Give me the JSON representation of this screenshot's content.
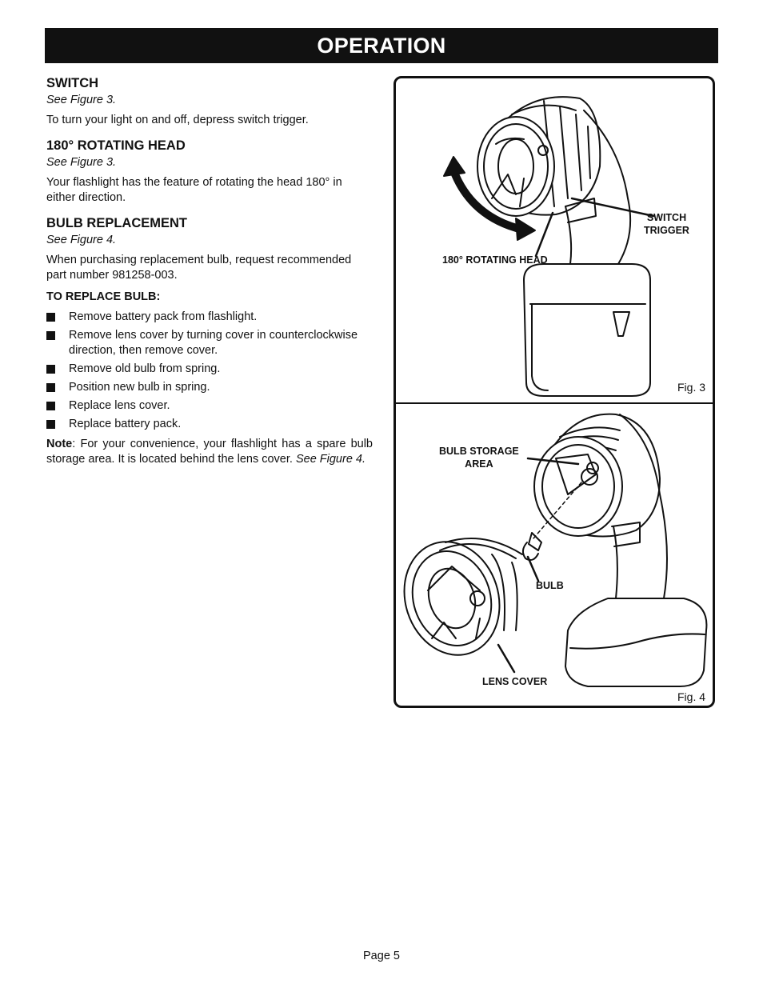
{
  "header": {
    "title": "OPERATION"
  },
  "switch": {
    "heading": "SWITCH",
    "ref": "See Figure 3.",
    "body": "To turn your light on and off, depress switch trigger."
  },
  "rotating": {
    "heading": "180° ROTATING HEAD",
    "ref": "See Figure 3.",
    "body": "Your flashlight has the feature of rotating the head 180° in either direction."
  },
  "bulb": {
    "heading": "BULB REPLACEMENT",
    "ref": "See Figure 4.",
    "body": "When purchasing replacement bulb, request recommended part number 981258-003.",
    "subheading": "TO REPLACE BULB:",
    "steps": [
      "Remove battery pack from flashlight.",
      "Remove lens cover by turning cover in counterclockwise direction, then remove cover.",
      "Remove old bulb from spring.",
      "Position new bulb in spring.",
      "Replace lens cover.",
      "Replace battery pack."
    ],
    "note_label": "Note",
    "note_text": ": For your convenience, your flashlight has a spare bulb storage area. It is located behind the lens cover. ",
    "note_ref": "See Figure 4."
  },
  "figure3": {
    "label_switch_line1": "SWITCH",
    "label_switch_line2": "TRIGGER",
    "label_head": "180° ROTATING HEAD",
    "caption": "Fig. 3"
  },
  "figure4": {
    "label_storage_line1": "BULB STORAGE",
    "label_storage_line2": "AREA",
    "label_bulb": "BULB",
    "label_lens": "LENS COVER",
    "caption": "Fig. 4"
  },
  "footer": {
    "page": "Page 5"
  }
}
